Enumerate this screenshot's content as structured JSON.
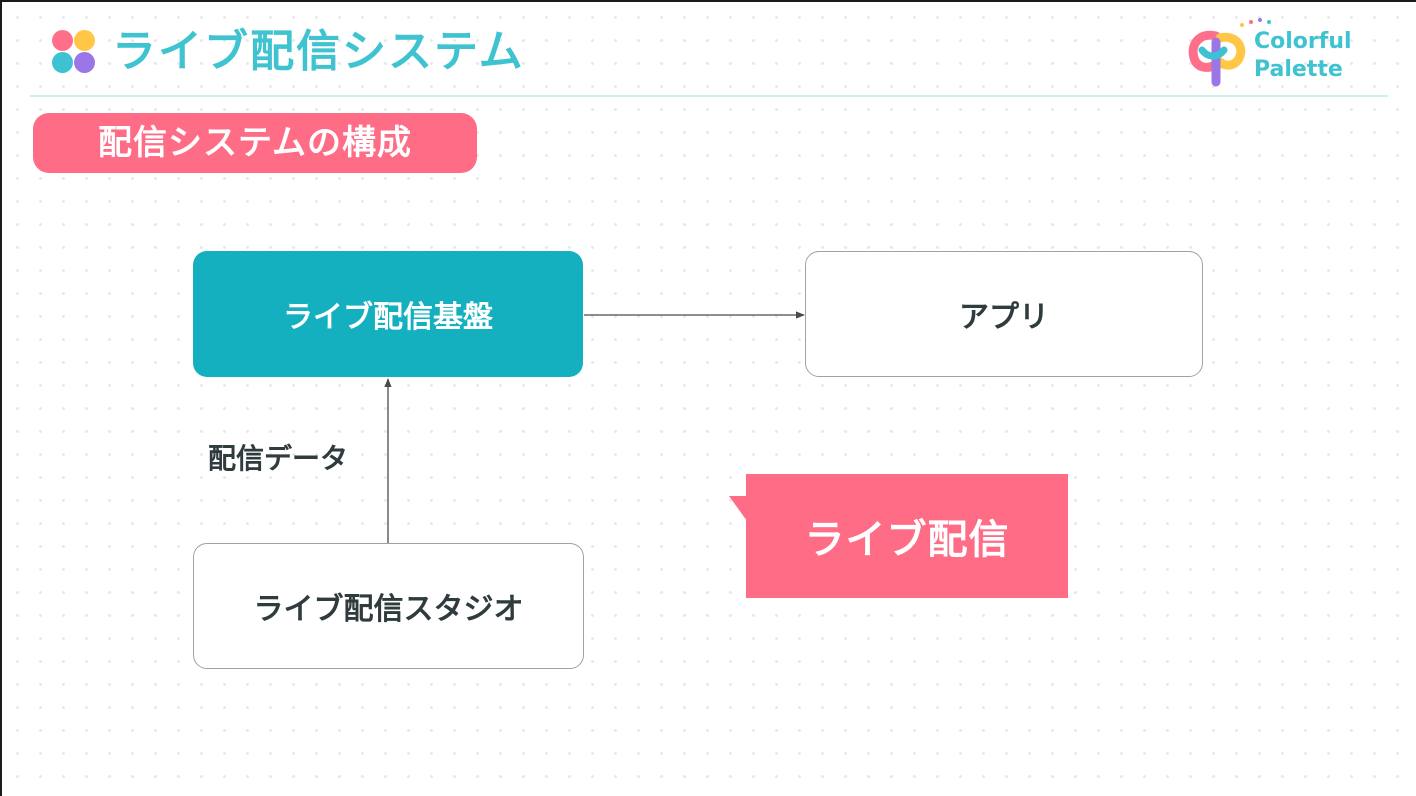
{
  "header": {
    "title": "ライブ配信システム",
    "logo_line1": "Colorful",
    "logo_line2": "Palette"
  },
  "section": {
    "heading": "配信システムの構成"
  },
  "diagram": {
    "nodes": {
      "platform": "ライブ配信基盤",
      "app": "アプリ",
      "studio": "ライブ配信スタジオ"
    },
    "edge_label": "配信データ",
    "callout": "ライブ配信"
  },
  "colors": {
    "accent_teal": "#14b0bf",
    "title_teal": "#3fc3d0",
    "accent_pink": "#ff6c86"
  }
}
